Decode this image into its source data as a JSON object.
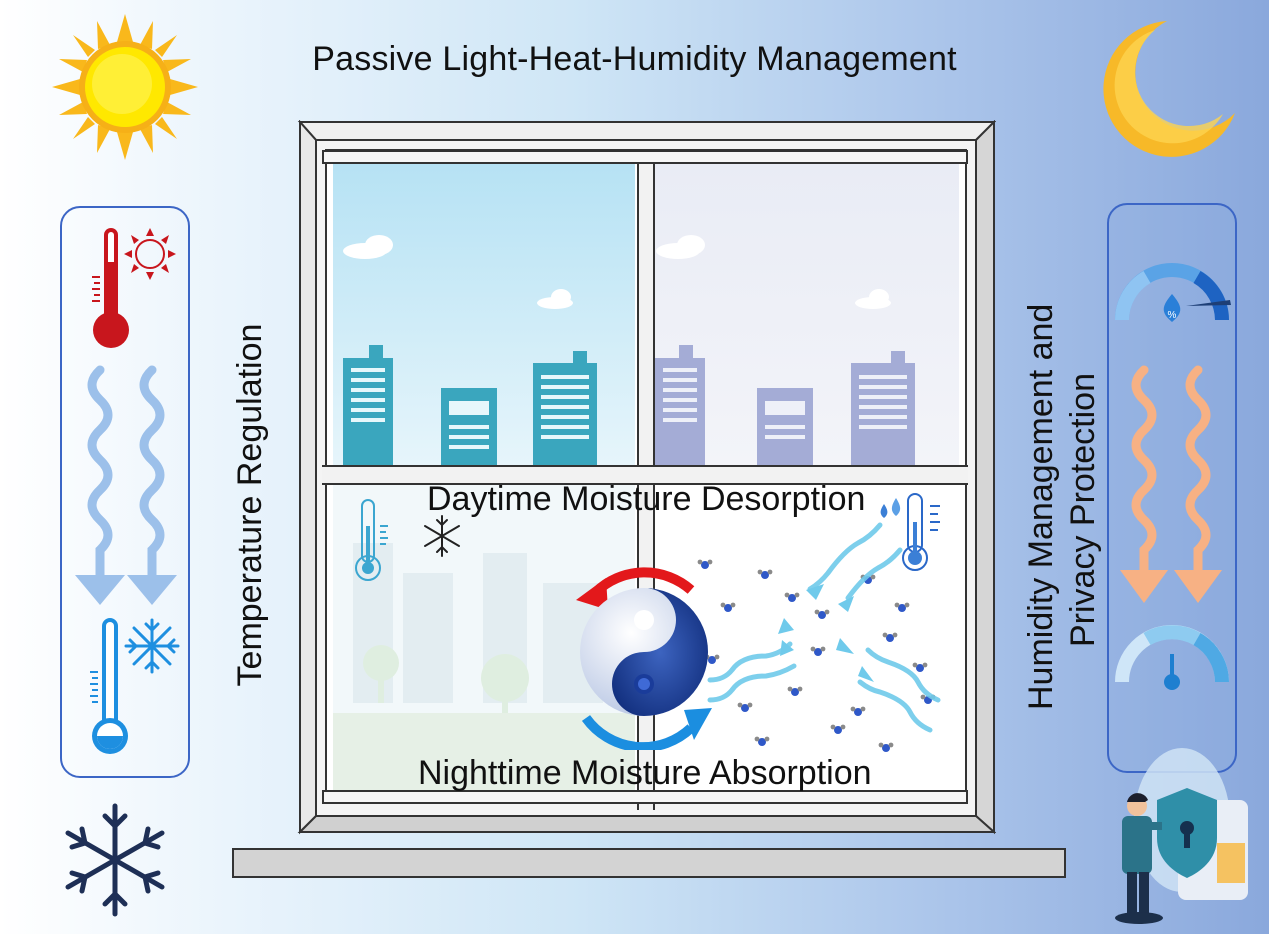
{
  "title": "Passive Light-Heat-Humidity Management",
  "left_label": "Temperature Regulation",
  "right_label_line1": "Humidity Management and",
  "right_label_line2": "Privacy Protection",
  "day_label": "Daytime Moisture Desorption",
  "night_label": "Nighttime Moisture Absorption",
  "icons": [
    "sun-icon",
    "moon-icon",
    "thermometer-hot-icon",
    "thermometer-cold-icon",
    "snowflake-icon",
    "humidity-gauge-icon",
    "privacy-person-icon",
    "yin-yang-icon",
    "water-molecule-icon"
  ],
  "colors": {
    "accent_blue": "#3c66c6",
    "hot_red": "#c8161d",
    "cold_blue": "#1e8fe0",
    "wave_light_blue": "#9cc0ea",
    "wave_orange": "#f7b184"
  }
}
